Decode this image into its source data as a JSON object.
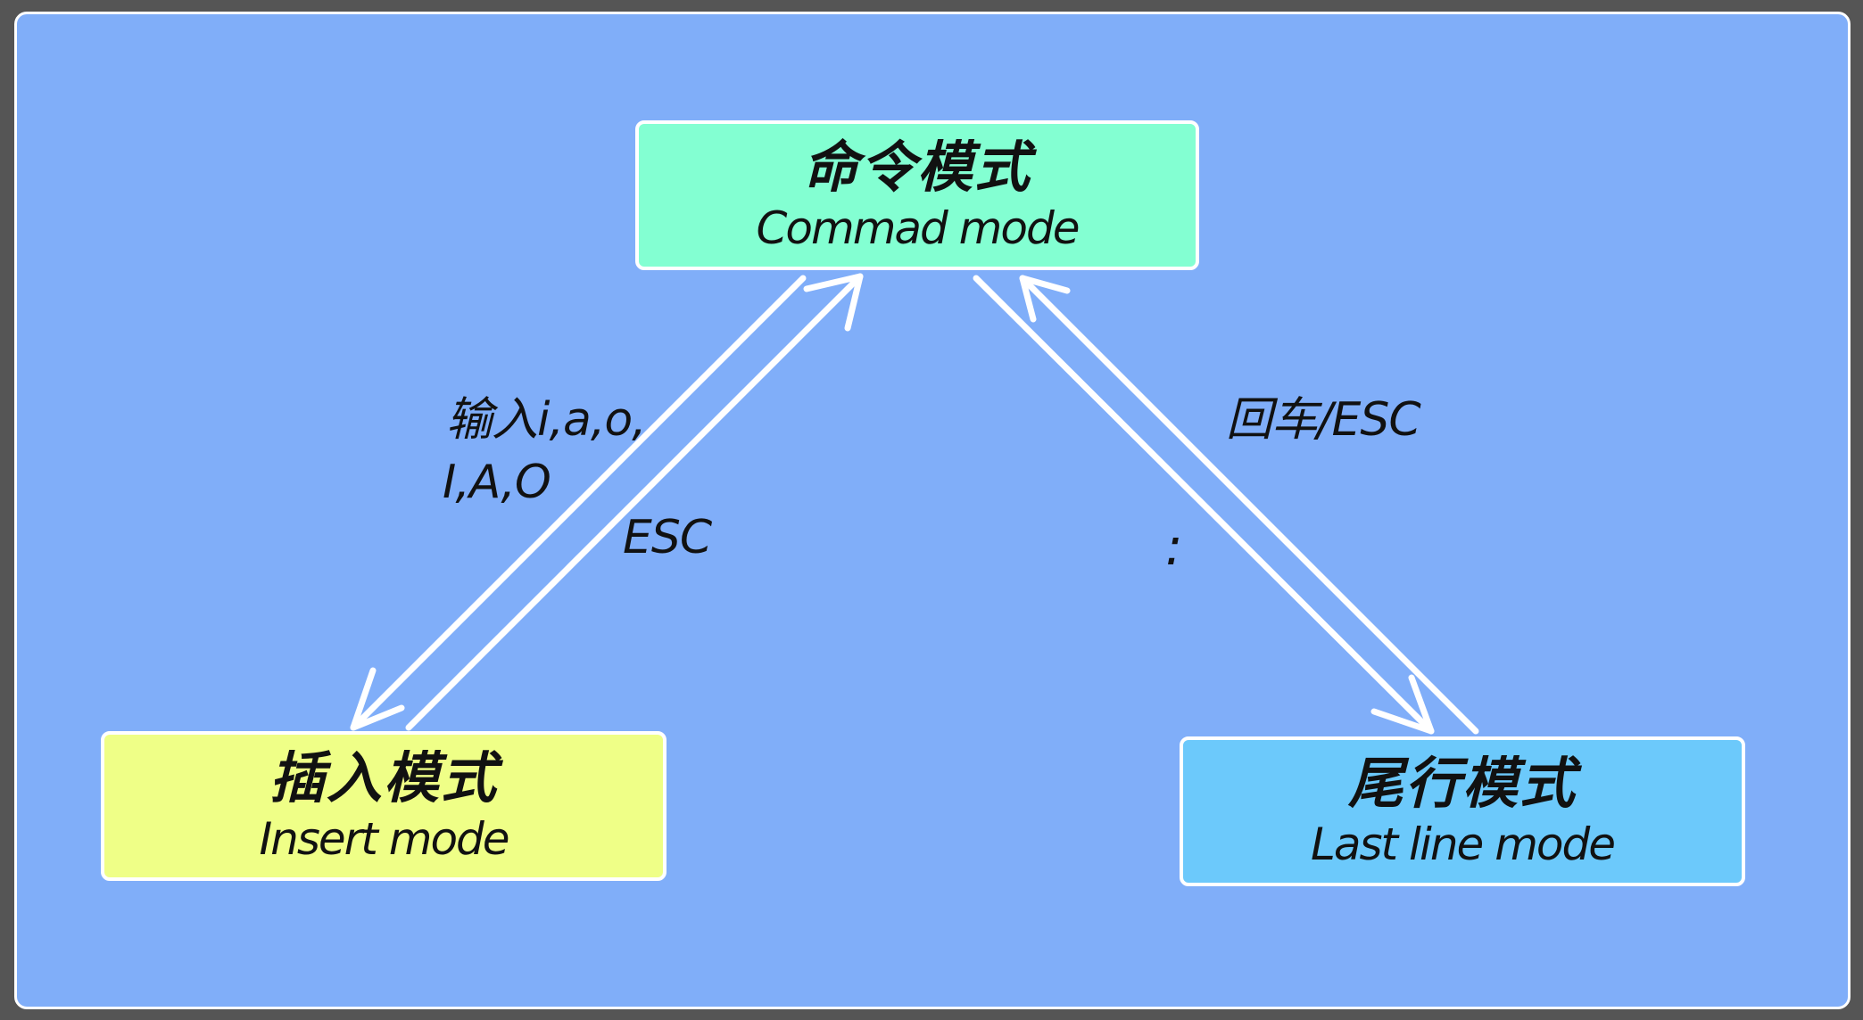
{
  "nodes": {
    "command": {
      "zh": "命令模式",
      "en": "Commad mode",
      "fill": "#83ffd2"
    },
    "insert": {
      "zh": "插入模式",
      "en": "Insert mode",
      "fill": "#efff87"
    },
    "lastline": {
      "zh": "尾行模式",
      "en": "Last line mode",
      "fill": "#6cc9fb"
    }
  },
  "edges": {
    "to_insert_label_line1": "输入i,a,o,",
    "to_insert_label_line2": "I,A,O",
    "from_insert_label": "ESC",
    "to_lastline_label": ":",
    "from_lastline_label": "回车/ESC"
  },
  "colors": {
    "background": "#80aef9",
    "frame": "#555555",
    "stroke": "#ffffff",
    "text": "#111111"
  }
}
